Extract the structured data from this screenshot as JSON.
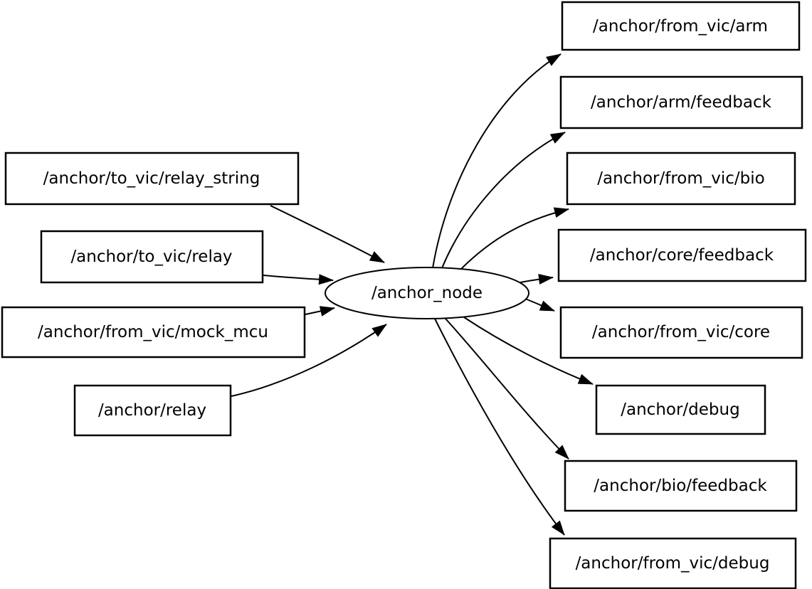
{
  "graph": {
    "center_node": {
      "label": "/anchor_node",
      "shape": "ellipse"
    },
    "input_topics": [
      {
        "label": "/anchor/to_vic/relay_string"
      },
      {
        "label": "/anchor/to_vic/relay"
      },
      {
        "label": "/anchor/from_vic/mock_mcu"
      },
      {
        "label": "/anchor/relay"
      }
    ],
    "output_topics": [
      {
        "label": "/anchor/from_vic/arm"
      },
      {
        "label": "/anchor/arm/feedback"
      },
      {
        "label": "/anchor/from_vic/bio"
      },
      {
        "label": "/anchor/core/feedback"
      },
      {
        "label": "/anchor/from_vic/core"
      },
      {
        "label": "/anchor/debug"
      },
      {
        "label": "/anchor/bio/feedback"
      },
      {
        "label": "/anchor/from_vic/debug"
      }
    ],
    "colors": {
      "background": "#ffffff",
      "node_fill": "#ffffff",
      "stroke": "#000000"
    }
  }
}
